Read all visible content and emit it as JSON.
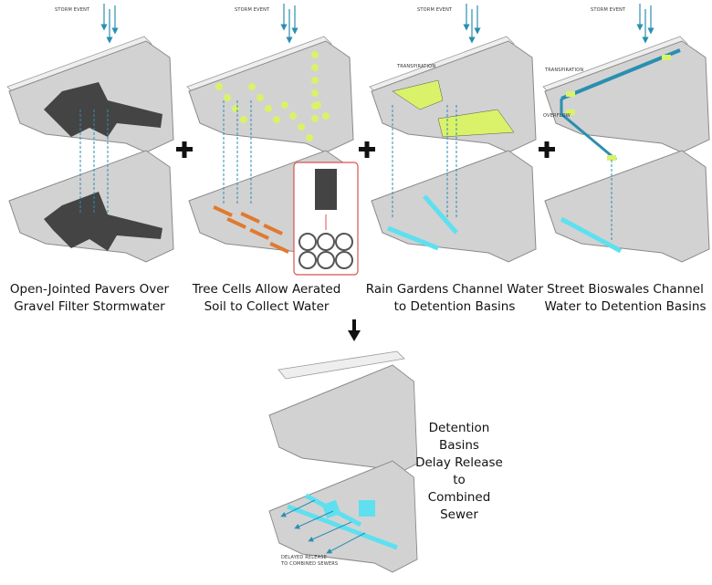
{
  "panels": [
    {
      "caption_line1": "Open-Jointed Pavers Over",
      "caption_line2": "Gravel Filter Stormwater",
      "storm_label": "STORM EVENT"
    },
    {
      "caption_line1": "Tree Cells Allow Aerated",
      "caption_line2": "Soil to Collect Water",
      "storm_label": "STORM EVENT"
    },
    {
      "caption_line1": "Rain Gardens Channel Water",
      "caption_line2": "to Detention Basins",
      "storm_label": "STORM EVENT",
      "transpiration_label": "TRANSPIRATION"
    },
    {
      "caption_line1": "Street Bioswales Channel",
      "caption_line2": "Water to Detention Basins",
      "storm_label": "STORM EVENT",
      "transpiration_label": "TRANSPIRATION",
      "overflow_label": "OVERFLOW"
    }
  ],
  "result": {
    "caption_line1": "Detention Basins",
    "caption_line2": "Delay Release to",
    "caption_line3": "Combined Sewer",
    "release_line1": "DELAYED RELEASE",
    "release_line2": "TO COMBINED SEWERS"
  },
  "colors": {
    "water": "#2a8fb0",
    "basin": "#5ee0f0",
    "garden": "#d9f26a",
    "site": "#cfcfcf",
    "paver": "#444444",
    "treecell": "#e07a2f"
  }
}
